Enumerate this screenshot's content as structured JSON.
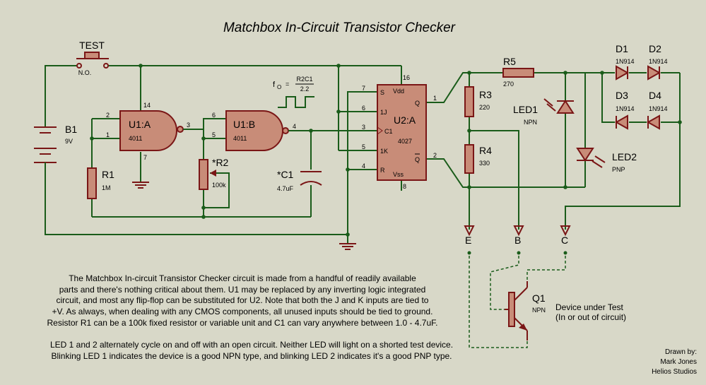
{
  "title": "Matchbox In-Circuit Transistor Checker",
  "test_switch": {
    "label": "TEST",
    "sub": "N.O."
  },
  "battery": {
    "name": "B1",
    "value": "9V"
  },
  "r1": {
    "name": "R1",
    "value": "1M"
  },
  "u1a": {
    "name": "U1:A",
    "part": "4011",
    "pins": [
      "2",
      "1",
      "3",
      "14",
      "7"
    ]
  },
  "u1b": {
    "name": "U1:B",
    "part": "4011",
    "pins": [
      "6",
      "5",
      "4"
    ]
  },
  "r2": {
    "name": "*R2",
    "value": "100k"
  },
  "c1": {
    "name": "*C1",
    "value": "4.7uF"
  },
  "formula": {
    "lhs": "f",
    "sub": "O",
    "eq": "=",
    "num": "R2C1",
    "den": "2.2"
  },
  "u2a": {
    "name": "U2:A",
    "part": "4027",
    "pin_labels": [
      "S",
      "1J",
      "C1",
      "1K",
      "R",
      "Vdd",
      "Vss",
      "Q",
      "Q"
    ],
    "pin_nums": [
      "7",
      "6",
      "3",
      "5",
      "4",
      "16",
      "8",
      "1",
      "2"
    ]
  },
  "r5": {
    "name": "R5",
    "value": "270"
  },
  "r3": {
    "name": "R3",
    "value": "220"
  },
  "r4": {
    "name": "R4",
    "value": "330"
  },
  "led1": {
    "name": "LED1",
    "type": "NPN"
  },
  "led2": {
    "name": "LED2",
    "type": "PNP"
  },
  "diodes": [
    {
      "name": "D1",
      "part": "1N914"
    },
    {
      "name": "D2",
      "part": "1N914"
    },
    {
      "name": "D3",
      "part": "1N914"
    },
    {
      "name": "D4",
      "part": "1N914"
    }
  ],
  "terminals": [
    "E",
    "B",
    "C"
  ],
  "q1": {
    "name": "Q1",
    "type": "NPN"
  },
  "dut": {
    "line1": "Device under Test",
    "line2": "(In or out of circuit)"
  },
  "description": [
    "The Matchbox In-circuit Transistor Checker circuit is made from a handful of readily available",
    "parts and there's nothing critical about them. U1 may be replaced by any inverting logic integrated",
    "circuit, and most any flip-flop can be substituted for U2. Note that both the J and K inputs are tied to",
    "+V. As always, when dealing with any CMOS components, all unused inputs should be tied to ground.",
    "Resistor R1 can be a 100k fixed resistor or variable unit and C1 can vary anywhere between 1.0 - 4.7uF.",
    "",
    "LED 1 and 2 alternately cycle on and off with an open circuit. Neither LED will light on a shorted test device.",
    "Blinking LED 1 indicates the device is a good NPN type, and blinking LED 2 indicates it's a good PNP type."
  ],
  "credit": [
    "Drawn by:",
    "Mark Jones",
    "Helios Studios"
  ]
}
